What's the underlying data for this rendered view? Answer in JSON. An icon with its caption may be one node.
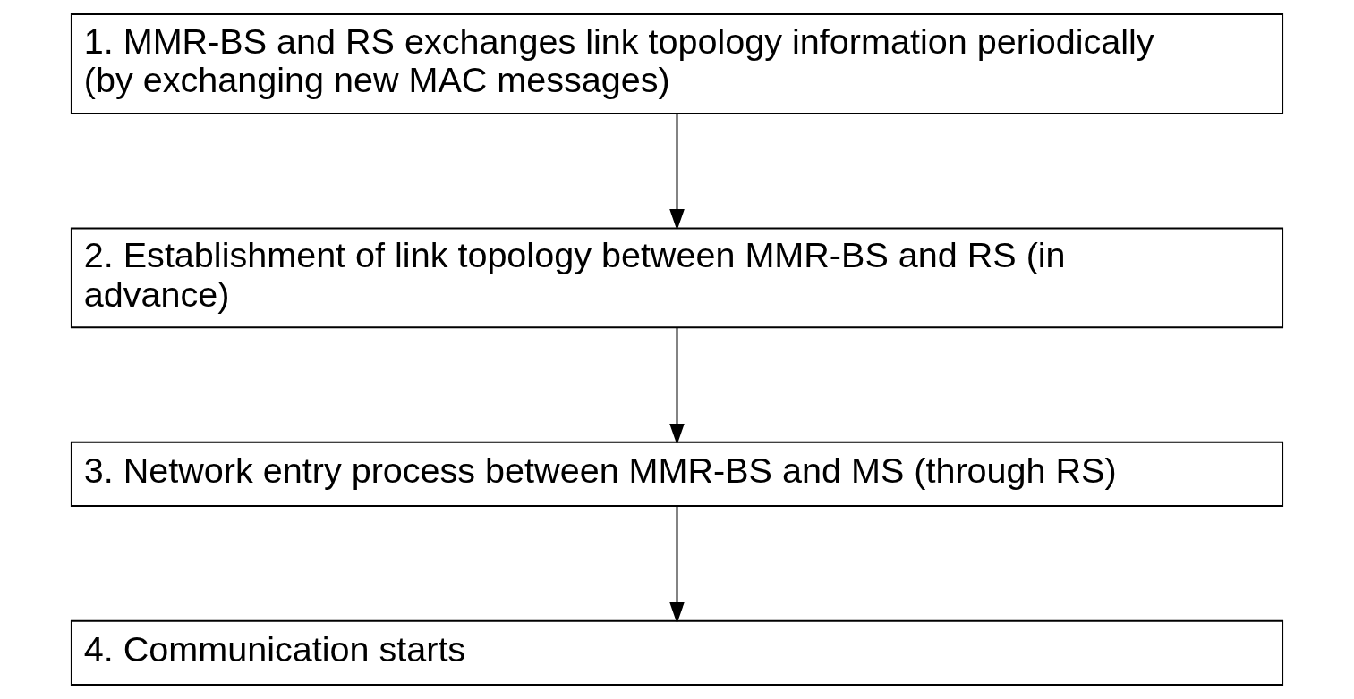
{
  "diagram": {
    "nodes": [
      {
        "text": [
          "1. MMR-BS and RS exchanges link topology information periodically (by exchanging new MAC messages)"
        ]
      },
      {
        "text": [
          "2. Establishment of link topology between MMR-BS and RS (in advance)"
        ]
      },
      {
        "text": [
          "3. Network entry process between MMR-BS and MS (through RS)"
        ]
      },
      {
        "text": [
          "4. Communication starts"
        ]
      }
    ],
    "edges": [
      {
        "from": 0,
        "to": 1,
        "arrow": "to"
      },
      {
        "from": 1,
        "to": 2,
        "arrow": "to"
      },
      {
        "from": 2,
        "to": 3,
        "arrow": "to"
      }
    ]
  }
}
